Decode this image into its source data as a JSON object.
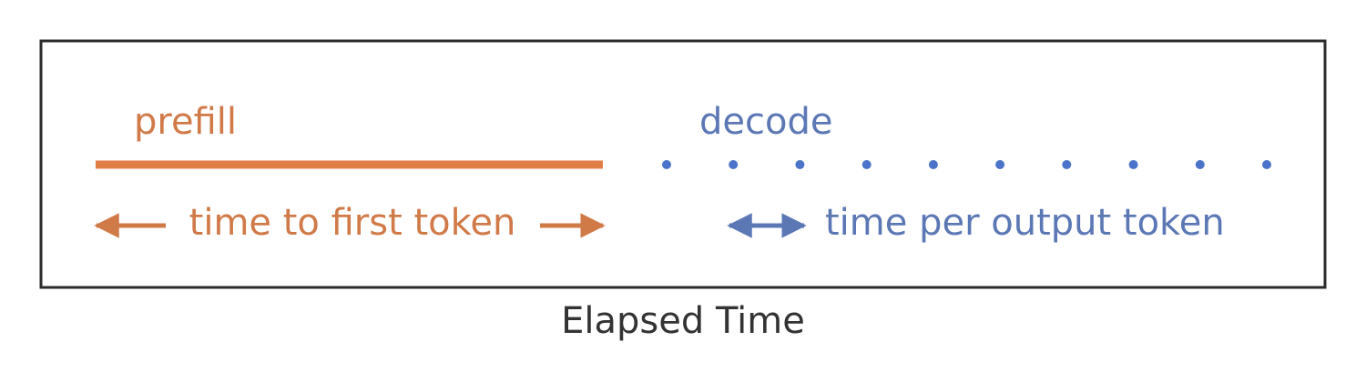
{
  "labels": {
    "prefill": "prefill",
    "decode": "decode",
    "ttft": "time to first token",
    "tpot": "time per output token",
    "xlabel": "Elapsed Time"
  },
  "decode_token_count": 10,
  "colors": {
    "prefill_line": "#e07f45",
    "prefill_text": "#d07a48",
    "decode_dot": "#4a73c9",
    "decode_text": "#5b78b5",
    "frame": "#2b2b2b",
    "xlabel_text": "#333333",
    "background": "#ffffff"
  }
}
